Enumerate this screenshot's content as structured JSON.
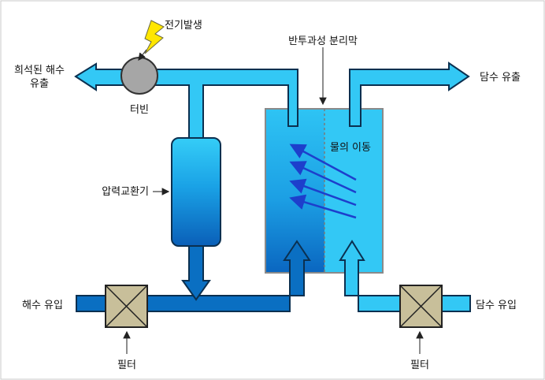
{
  "labels": {
    "power_generation": "전기발생",
    "turbine": "터빈",
    "diluted_seawater_out_line1": "희석된 해수",
    "diluted_seawater_out_line2": "유출",
    "ro_membrane": "반투과성 분리막",
    "fresh_water_out": "담수 유출",
    "water_movement": "물의 이동",
    "pressure_exchanger": "압력교환기",
    "seawater_in": "해수 유입",
    "freshwater_in": "담수 유입",
    "filter_left": "필터",
    "filter_right": "필터"
  },
  "colors": {
    "light_pipe": "#33c8f5",
    "dark_pipe": "#0a6fc2",
    "pipe_outline": "#0b3050",
    "flow_arrow": "#1d3fcc",
    "filter_fill": "#c8bf9a",
    "turbine_fill": "#a6a6a6",
    "lightning": "#ffe600"
  }
}
